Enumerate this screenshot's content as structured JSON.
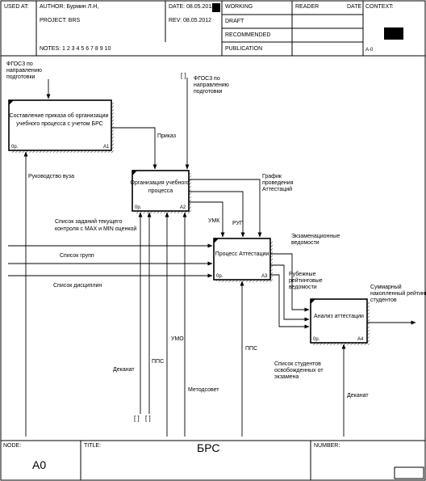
{
  "header": {
    "used_at": "USED AT:",
    "author": "AUTHOR:  Бурмин Л.Н,",
    "project": "PROJECT:  BRS",
    "date": "DATE:  08.05.2012",
    "rev": "REV:   08.05.2012",
    "notes": "NOTES:  1  2  3  4  5  6  7  8  9  10",
    "status": [
      "WORKING",
      "DRAFT",
      "RECOMMENDED",
      "PUBLICATION"
    ],
    "reader": "READER",
    "reader_date": "DATE",
    "context": "CONTEXT:",
    "context_node": "A-0"
  },
  "footer": {
    "node_label": "NODE:",
    "node_value": "A0",
    "title_label": "TITLE:",
    "title_value": "БРС",
    "number_label": "NUMBER:"
  },
  "boxes": [
    {
      "id": "A1",
      "lines": [
        "Составление приказа об организации",
        "учебного процесса с учетом БРС"
      ],
      "cost": "0р.",
      "node": "A1"
    },
    {
      "id": "A2",
      "lines": [
        "Организация учебного",
        "процесса"
      ],
      "cost": "0р.",
      "node": "A2"
    },
    {
      "id": "A3",
      "lines": [
        "Процесс Аттестации"
      ],
      "cost": "0р.",
      "node": "A3"
    },
    {
      "id": "A4",
      "lines": [
        "Анализ аттестации"
      ],
      "cost": "0р.",
      "node": "A4"
    }
  ],
  "arrow_labels": {
    "fgos_1": [
      "ФГОС3 по",
      "направлению",
      "подготовки"
    ],
    "fgos_2": [
      "ФГОС3 по",
      "направлению",
      "подготовки"
    ],
    "prikaz": [
      "Приказ"
    ],
    "rukovodstvo": [
      "Руководство вуза"
    ],
    "grafik": [
      "График",
      "проведения",
      "Аттестаций"
    ],
    "umk": [
      "УМК"
    ],
    "rup": [
      "РУП"
    ],
    "spisok_zadaniy": [
      "Список заданий текущего",
      "контроля с MAX и MIN оценкой"
    ],
    "spisok_grupp": [
      "Список групп"
    ],
    "spisok_discipl": [
      "Список дисциплин"
    ],
    "ekzam_vedom": [
      "Экзаменационные",
      "ведомости"
    ],
    "rubezh_vedom": [
      "Рубежные",
      "рейтинговые",
      "ведомости"
    ],
    "summarny": [
      "Суммарный",
      "накопленный рейтинг",
      "студентов"
    ],
    "spisok_osvob": [
      "Список студентов",
      "освобожденных от",
      "экзамена"
    ],
    "umo": [
      "УМО"
    ],
    "pps_1": [
      "ППС"
    ],
    "pps_2": [
      "ППС"
    ],
    "dekanat_1": [
      "Деканат"
    ],
    "dekanat_2": [
      "Деканат"
    ],
    "metodsovet": [
      "Методсовет"
    ]
  }
}
